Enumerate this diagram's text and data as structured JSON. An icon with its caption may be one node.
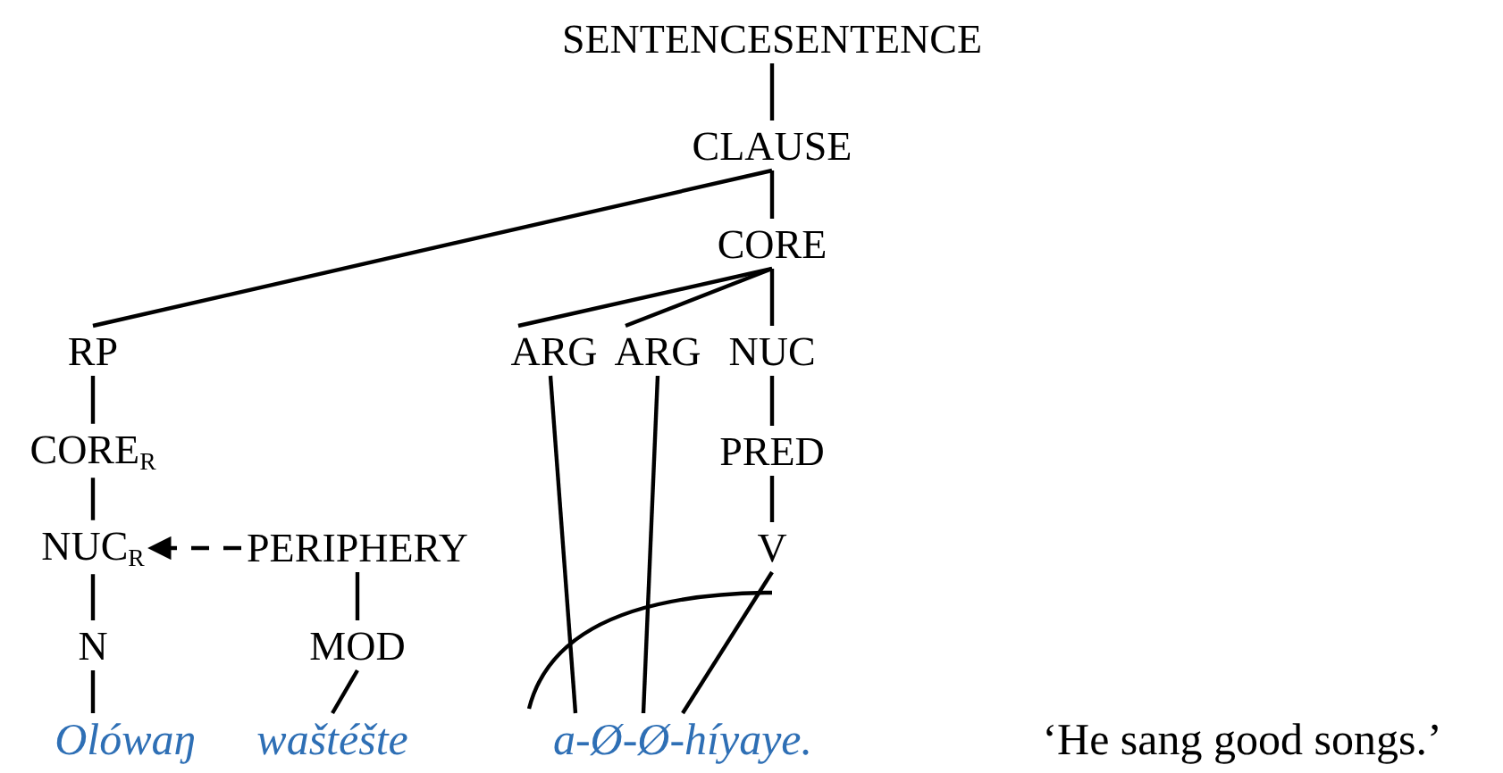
{
  "diagram": {
    "nodes": [
      {
        "text": [
          "SENTENCESENTENCE"
        ]
      },
      {
        "text": [
          "CLAUSE"
        ]
      },
      {
        "text": [
          "CORE"
        ]
      },
      {
        "text": [
          "RP"
        ]
      },
      {
        "text": [
          "ARG"
        ]
      },
      {
        "text": [
          "ARG"
        ]
      },
      {
        "text": [
          "NUC"
        ]
      },
      {
        "text": [
          "CORE$_{R}$"
        ]
      },
      {
        "text": [
          "PRED"
        ]
      },
      {
        "text": [
          "NUC$_{R}$"
        ]
      },
      {
        "text": [
          "PERIPHERY"
        ]
      },
      {
        "text": [
          "V"
        ]
      },
      {
        "text": [
          "N"
        ]
      },
      {
        "text": [
          "MOD"
        ]
      },
      {
        "text": [
          "Olówaŋ"
        ]
      },
      {
        "text": [
          "waštéšte"
        ]
      },
      {
        "text": [
          "a-Ø-Ø-híyaye."
        ]
      }
    ],
    "edges": [
      {
        "from": 0,
        "to": 1,
        "arrow": "none"
      },
      {
        "from": 1,
        "to": 2,
        "arrow": "none"
      },
      {
        "from": 1,
        "to": 3,
        "arrow": "none"
      },
      {
        "from": 2,
        "to": 4,
        "arrow": "none"
      },
      {
        "from": 2,
        "to": 5,
        "arrow": "none"
      },
      {
        "from": 2,
        "to": 6,
        "arrow": "none"
      },
      {
        "from": 3,
        "to": 7,
        "arrow": "none"
      },
      {
        "from": 7,
        "to": 9,
        "arrow": "none"
      },
      {
        "from": 9,
        "to": 12,
        "arrow": "none"
      },
      {
        "from": 12,
        "to": 14,
        "arrow": "none"
      },
      {
        "from": 10,
        "to": 9,
        "arrow": "to",
        "style": "dashed"
      },
      {
        "from": 10,
        "to": 13,
        "arrow": "none"
      },
      {
        "from": 13,
        "to": 15,
        "arrow": "none"
      },
      {
        "from": 6,
        "to": 8,
        "arrow": "none"
      },
      {
        "from": 8,
        "to": 11,
        "arrow": "none"
      },
      {
        "from": 4,
        "to": 16,
        "arrow": "none"
      },
      {
        "from": 5,
        "to": 16,
        "arrow": "none"
      },
      {
        "from": 11,
        "to": 16,
        "arrow": "none"
      }
    ],
    "labels": [
      "‘He sang good songs.’"
    ]
  }
}
